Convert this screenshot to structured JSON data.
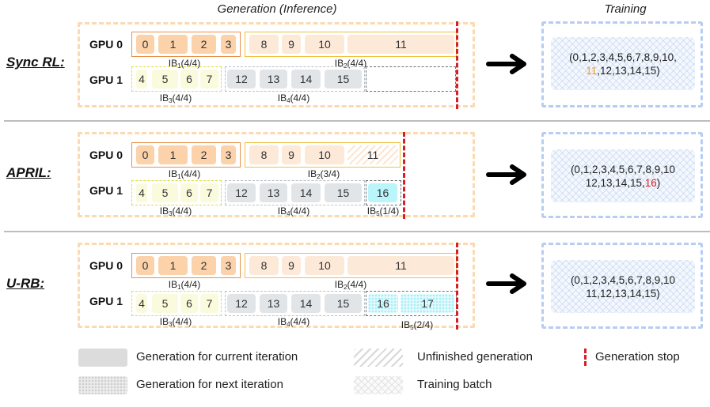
{
  "headers": {
    "generation": "Generation (Inference)",
    "training": "Training"
  },
  "gpu_labels": [
    "GPU 0",
    "GPU 1"
  ],
  "rows": [
    {
      "name": "Sync RL:",
      "gpu0": {
        "ib_a": {
          "label": "IB",
          "sub": "1",
          "count": "(4/4)",
          "cells": [
            "0",
            "1",
            "2",
            "3"
          ]
        },
        "ib_b": {
          "label": "IB",
          "sub": "2",
          "count": "(4/4)",
          "cells": [
            "8",
            "9",
            "10",
            "11"
          ]
        }
      },
      "gpu1": {
        "ib_a": {
          "label": "IB",
          "sub": "3",
          "count": "(4/4)",
          "cells": [
            "4",
            "5",
            "6",
            "7"
          ]
        },
        "ib_b": {
          "label": "IB",
          "sub": "4",
          "count": "(4/4)",
          "cells": [
            "12",
            "13",
            "14",
            "15"
          ]
        },
        "ib_c": {
          "label": "",
          "sub": "",
          "count": "",
          "cells": []
        }
      },
      "training": {
        "line1": "(0,1,2,3,4,5,6,7,8,9,10,",
        "line2_highlight": "11",
        "line2_rest": ",12,13,14,15)",
        "highlight_color": "#f39a2e"
      }
    },
    {
      "name": "APRIL:",
      "gpu0": {
        "ib_a": {
          "label": "IB",
          "sub": "1",
          "count": "(4/4)",
          "cells": [
            "0",
            "1",
            "2",
            "3"
          ]
        },
        "ib_b": {
          "label": "IB",
          "sub": "2",
          "count": "(3/4)",
          "cells": [
            "8",
            "9",
            "10",
            "11"
          ]
        }
      },
      "gpu1": {
        "ib_a": {
          "label": "IB",
          "sub": "3",
          "count": "(4/4)",
          "cells": [
            "4",
            "5",
            "6",
            "7"
          ]
        },
        "ib_b": {
          "label": "IB",
          "sub": "4",
          "count": "(4/4)",
          "cells": [
            "12",
            "13",
            "14",
            "15"
          ]
        },
        "ib_c": {
          "label": "IB",
          "sub": "5",
          "count": "(1/4)",
          "cells": [
            "16"
          ]
        }
      },
      "training": {
        "line1": "(0,1,2,3,4,5,6,7,8,9,10",
        "line2_pre": "12,13,14,15,",
        "line2_highlight": "16",
        "line2_rest": ")",
        "highlight_color": "#d41f26"
      }
    },
    {
      "name": "U-RB:",
      "gpu0": {
        "ib_a": {
          "label": "IB",
          "sub": "1",
          "count": "(4/4)",
          "cells": [
            "0",
            "1",
            "2",
            "3"
          ]
        },
        "ib_b": {
          "label": "IB",
          "sub": "2",
          "count": "(4/4)",
          "cells": [
            "8",
            "9",
            "10",
            "11"
          ]
        }
      },
      "gpu1": {
        "ib_a": {
          "label": "IB",
          "sub": "3",
          "count": "(4/4)",
          "cells": [
            "4",
            "5",
            "6",
            "7"
          ]
        },
        "ib_b": {
          "label": "IB",
          "sub": "4",
          "count": "(4/4)",
          "cells": [
            "12",
            "13",
            "14",
            "15"
          ]
        },
        "ib_c": {
          "label": "IB",
          "sub": "5",
          "count": "(2/4)",
          "cells": [
            "16",
            "17"
          ]
        }
      },
      "training": {
        "line1": "(0,1,2,3,4,5,6,7,8,9,10",
        "line2": "11,12,13,14,15)"
      }
    }
  ],
  "legend": {
    "current": "Generation for current iteration",
    "next": "Generation for next iteration",
    "unfinished": "Unfinished generation",
    "training_batch": "Training batch",
    "stop": "Generation stop"
  },
  "colors": {
    "ib1": "#e8904a",
    "ib2": "#f2c042",
    "ib3": "#d8e234",
    "ib4": "#b8c0c8",
    "stop": "#d41f26",
    "generation_frame": "#fcd9b0",
    "training_frame": "#b7cdf2"
  }
}
